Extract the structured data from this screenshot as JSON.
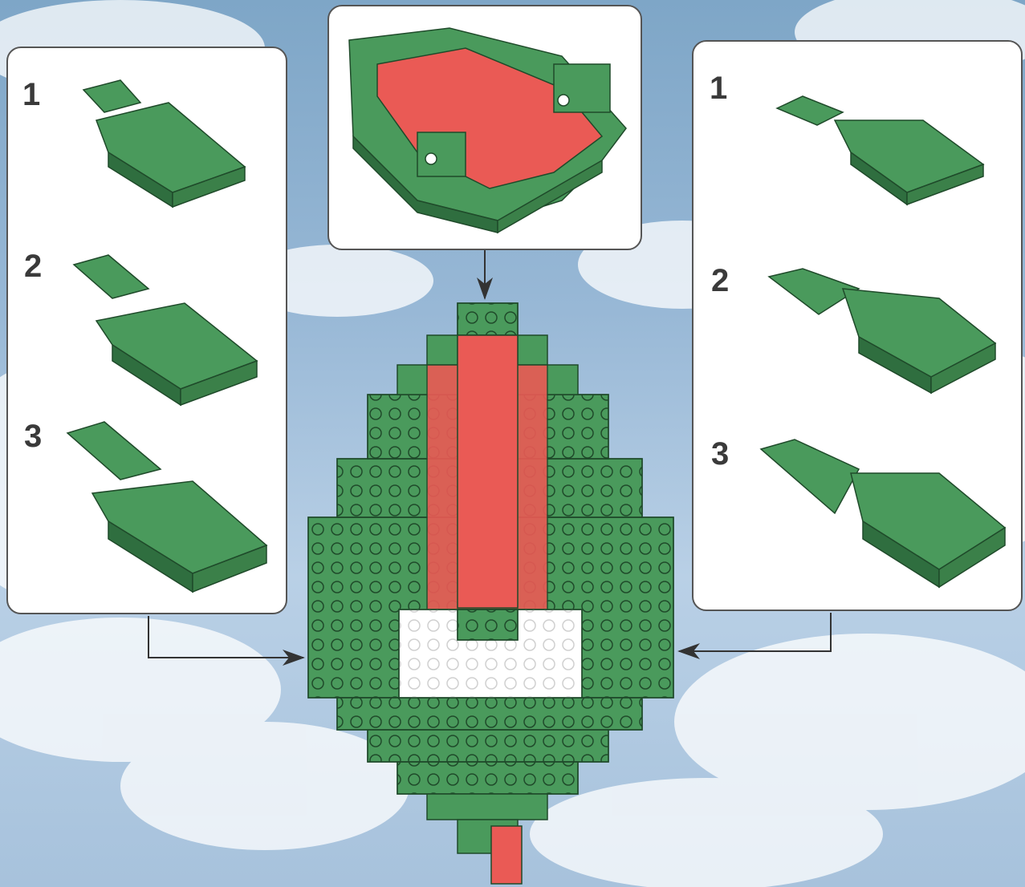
{
  "left_panel": {
    "steps": [
      "1",
      "2",
      "3"
    ]
  },
  "right_panel": {
    "steps": [
      "1",
      "2",
      "3"
    ]
  },
  "colors": {
    "green": "#4a9a5c",
    "green_dark": "#2f6e3f",
    "red": "#ea5a55",
    "white": "#ffffff",
    "outline": "#1f4a2a"
  }
}
